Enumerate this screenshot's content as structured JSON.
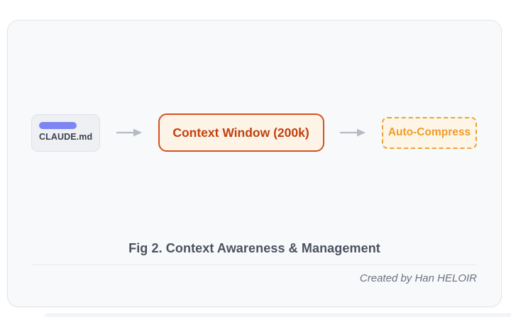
{
  "figure": {
    "caption": "Fig 2. Context Awareness & Management",
    "attribution": "Created by Han HELOIR"
  },
  "flow": {
    "nodes": [
      {
        "id": "claude-md",
        "label": "CLAUDE.md",
        "style": "file-card",
        "icon": "file-bar-icon"
      },
      {
        "id": "context-window",
        "label": "Context Window (200k)",
        "style": "solid-outline"
      },
      {
        "id": "auto-compress",
        "label": "Auto-Compress",
        "style": "dashed-outline"
      }
    ],
    "edges": [
      {
        "from": "claude-md",
        "to": "context-window",
        "icon": "arrow-right-icon"
      },
      {
        "from": "context-window",
        "to": "auto-compress",
        "icon": "arrow-right-icon"
      }
    ]
  },
  "colors": {
    "page_background": "#FFFFFF",
    "card_background": "#F8F9FB",
    "card_border": "#E2E5E9",
    "file_node_background": "#EEF0F3",
    "file_node_border": "#DEE1E6",
    "file_bar_accent": "#7E86F3",
    "file_label_text": "#3C4250",
    "context_border": "#D4511F",
    "context_text": "#C2410C",
    "context_background": "#FDF3E7",
    "compress_border": "#EDA23A",
    "compress_text": "#ED9D2E",
    "compress_background": "#FDF5E6",
    "arrow": "#B6BAC2",
    "caption_text": "#4A5160",
    "attribution_text": "#6B7280"
  }
}
